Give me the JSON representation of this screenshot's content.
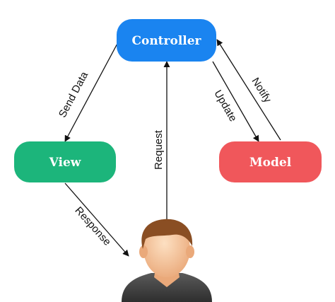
{
  "diagram": {
    "nodes": {
      "controller": {
        "label": "Controller",
        "color": "#1a84f0"
      },
      "view": {
        "label": "View",
        "color": "#1cb57b"
      },
      "model": {
        "label": "Model",
        "color": "#f0575b"
      }
    },
    "edges": {
      "send_data": {
        "label": "Send Data"
      },
      "request": {
        "label": "Request"
      },
      "update": {
        "label": "Update"
      },
      "notify": {
        "label": "Notify"
      },
      "response": {
        "label": "Response"
      }
    },
    "user": {
      "icon": "user-icon",
      "skin_color": "#f5c9a0",
      "hair_color": "#8a4e23",
      "shirt_color": "#3c3c3c"
    }
  }
}
